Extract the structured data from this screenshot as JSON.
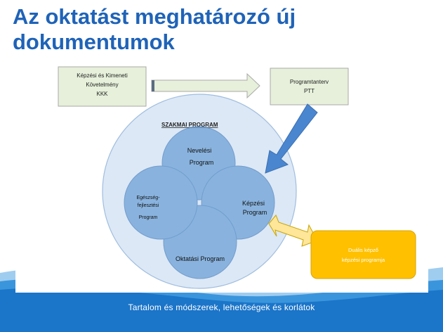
{
  "slide": {
    "title_line1": "Az oktatást meghatározó új",
    "title_line2": "dokumentumok",
    "footer": "Tartalom és módszerek, lehetőségek és korlátok"
  },
  "diagram": {
    "kkk_box": [
      "Képzési és Kimeneti",
      "Követelmény",
      "KKK"
    ],
    "ptt_box": [
      "Programtanterv",
      "PTT"
    ],
    "outer_circle_label": "SZAKMAI PROGRAM",
    "circles": {
      "neveles": [
        "Nevelési",
        "Program"
      ],
      "kepzesi": [
        "Képzési",
        "Program"
      ],
      "oktatasi": [
        "Oktatási Program"
      ],
      "egeszseg": [
        "Egészség-",
        "fejlesztési",
        "Program"
      ]
    },
    "dual_box": [
      "Duális képző",
      "képzési programja"
    ],
    "colors": {
      "title": "#1f63b8",
      "box_fill": "#e6f0da",
      "circle_fill": "#6a9fd6",
      "outer_fill": "#dce8f5",
      "dual_fill": "#ffc000",
      "arrow_blue": "#4a86d0",
      "footer_blue": "#1b75c9"
    }
  }
}
